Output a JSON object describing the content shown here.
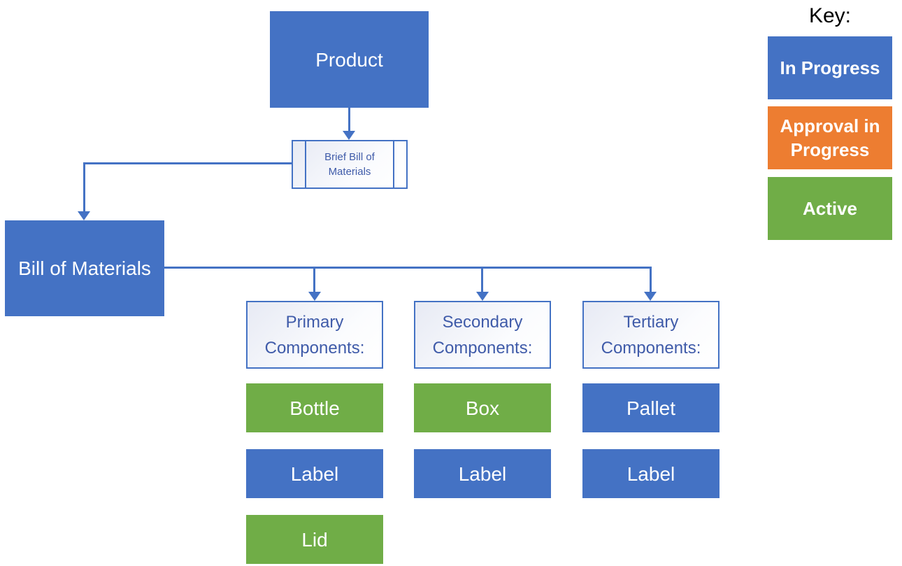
{
  "status_colors": {
    "in_progress": "#4472C4",
    "approval_in_progress": "#ED7D31",
    "active": "#70AD47"
  },
  "colors": {
    "connector": "#4472C4",
    "outline": "#4472C4",
    "outlined_box_text": "#3F5BA9",
    "key_title_text": "#000000",
    "node_text": "#FFFFFF",
    "background": "#FFFFFF"
  },
  "diagram": {
    "product": {
      "label": "Product",
      "status": "in_progress"
    },
    "brief_bom": {
      "line1": "Brief Bill of",
      "line2": "Materials"
    },
    "bom": {
      "label": "Bill of Materials",
      "status": "in_progress"
    },
    "columns": [
      {
        "header": {
          "line1": "Primary",
          "line2": "Components:"
        },
        "items": [
          {
            "label": "Bottle",
            "status": "active"
          },
          {
            "label": "Label",
            "status": "in_progress"
          },
          {
            "label": "Lid",
            "status": "active"
          }
        ]
      },
      {
        "header": {
          "line1": "Secondary",
          "line2": "Components:"
        },
        "items": [
          {
            "label": "Box",
            "status": "active"
          },
          {
            "label": "Label",
            "status": "in_progress"
          }
        ]
      },
      {
        "header": {
          "line1": "Tertiary",
          "line2": "Components:"
        },
        "items": [
          {
            "label": "Pallet",
            "status": "in_progress"
          },
          {
            "label": "Label",
            "status": "in_progress"
          }
        ]
      }
    ]
  },
  "key": {
    "title": "Key:",
    "entries": [
      {
        "label": "In Progress",
        "status": "in_progress"
      },
      {
        "label": "Approval in Progress",
        "status": "approval_in_progress"
      },
      {
        "label": "Active",
        "status": "active"
      }
    ]
  }
}
